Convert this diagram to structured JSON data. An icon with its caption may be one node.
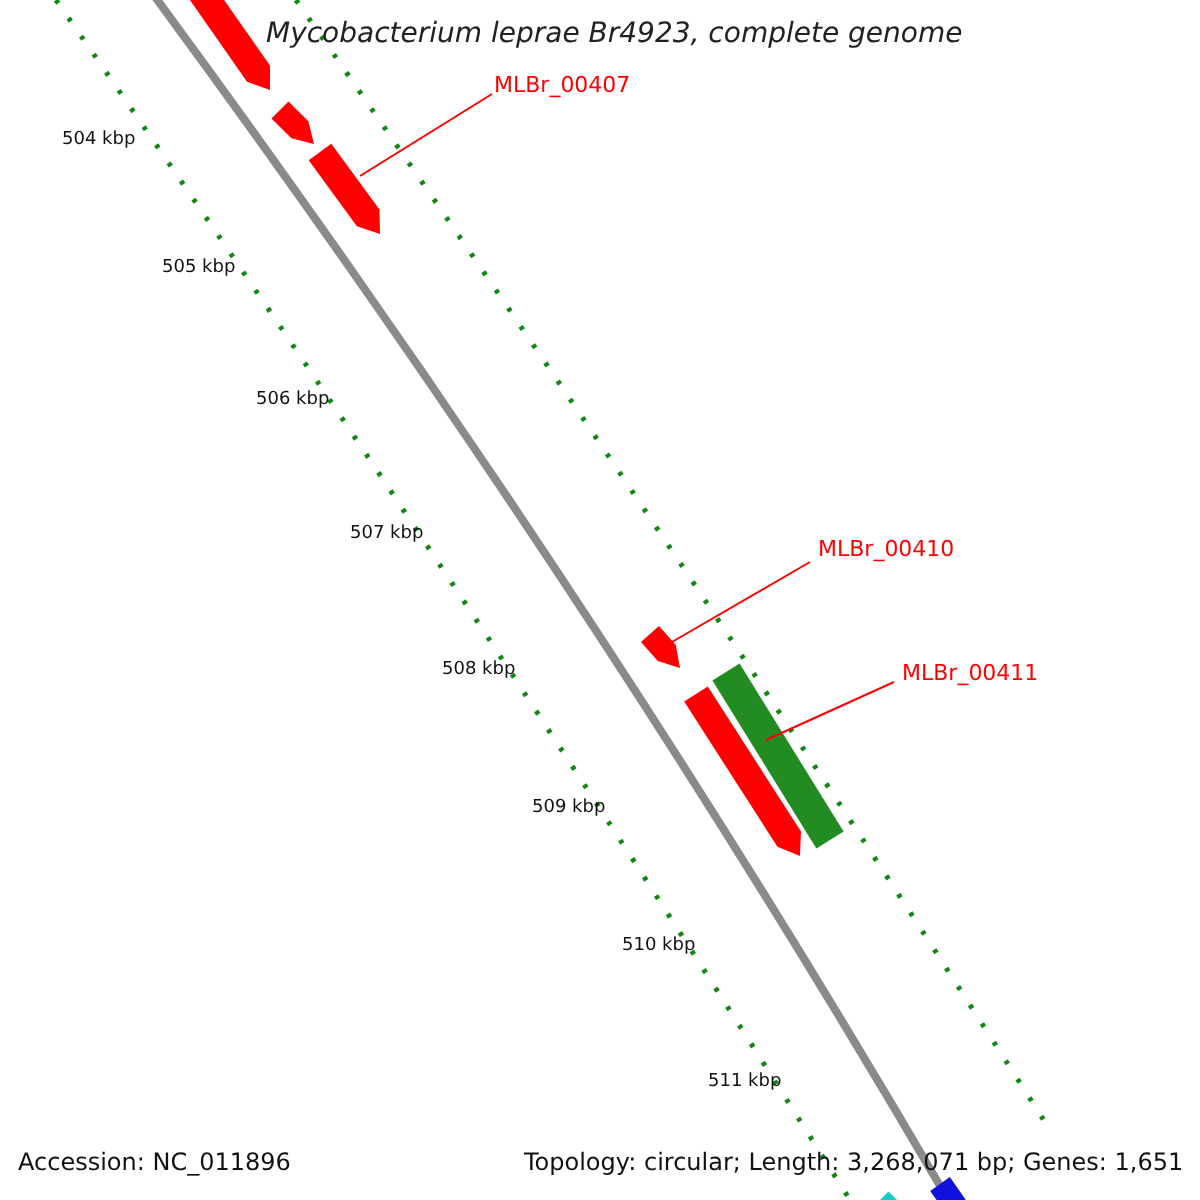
{
  "diagram": {
    "title": "Mycobacterium leprae Br4923, complete genome",
    "nodes": [
      {
        "text": [],
        "shape": "arrow"
      },
      {
        "text": [],
        "shape": "arrow"
      },
      {
        "text": [
          "MLBr_00407"
        ]
      },
      {
        "text": [],
        "shape": "arrow"
      },
      {
        "text": [
          "MLBr_00410"
        ]
      },
      {
        "text": [],
        "shape": "arrow"
      },
      {
        "text": [
          "MLBr_00411"
        ]
      },
      {
        "text": [],
        "shape": "bar"
      },
      {
        "text": [],
        "shape": "arrow"
      },
      {
        "text": [],
        "shape": "bar"
      },
      {
        "text": [],
        "shape": "bar"
      }
    ],
    "edges": [
      {
        "from": 2,
        "to": 3,
        "arrow": "none"
      },
      {
        "from": 4,
        "to": 5,
        "arrow": "none"
      },
      {
        "from": 6,
        "to": 7,
        "arrow": "none"
      }
    ],
    "labels": [
      "504 kbp",
      "505 kbp",
      "506 kbp",
      "507 kbp",
      "508 kbp",
      "509 kbp",
      "510 kbp",
      "511 kbp",
      "Accession: NC_011896",
      "Topology: circular; Length: 3,268,071 bp; Genes: 1,651"
    ]
  }
}
